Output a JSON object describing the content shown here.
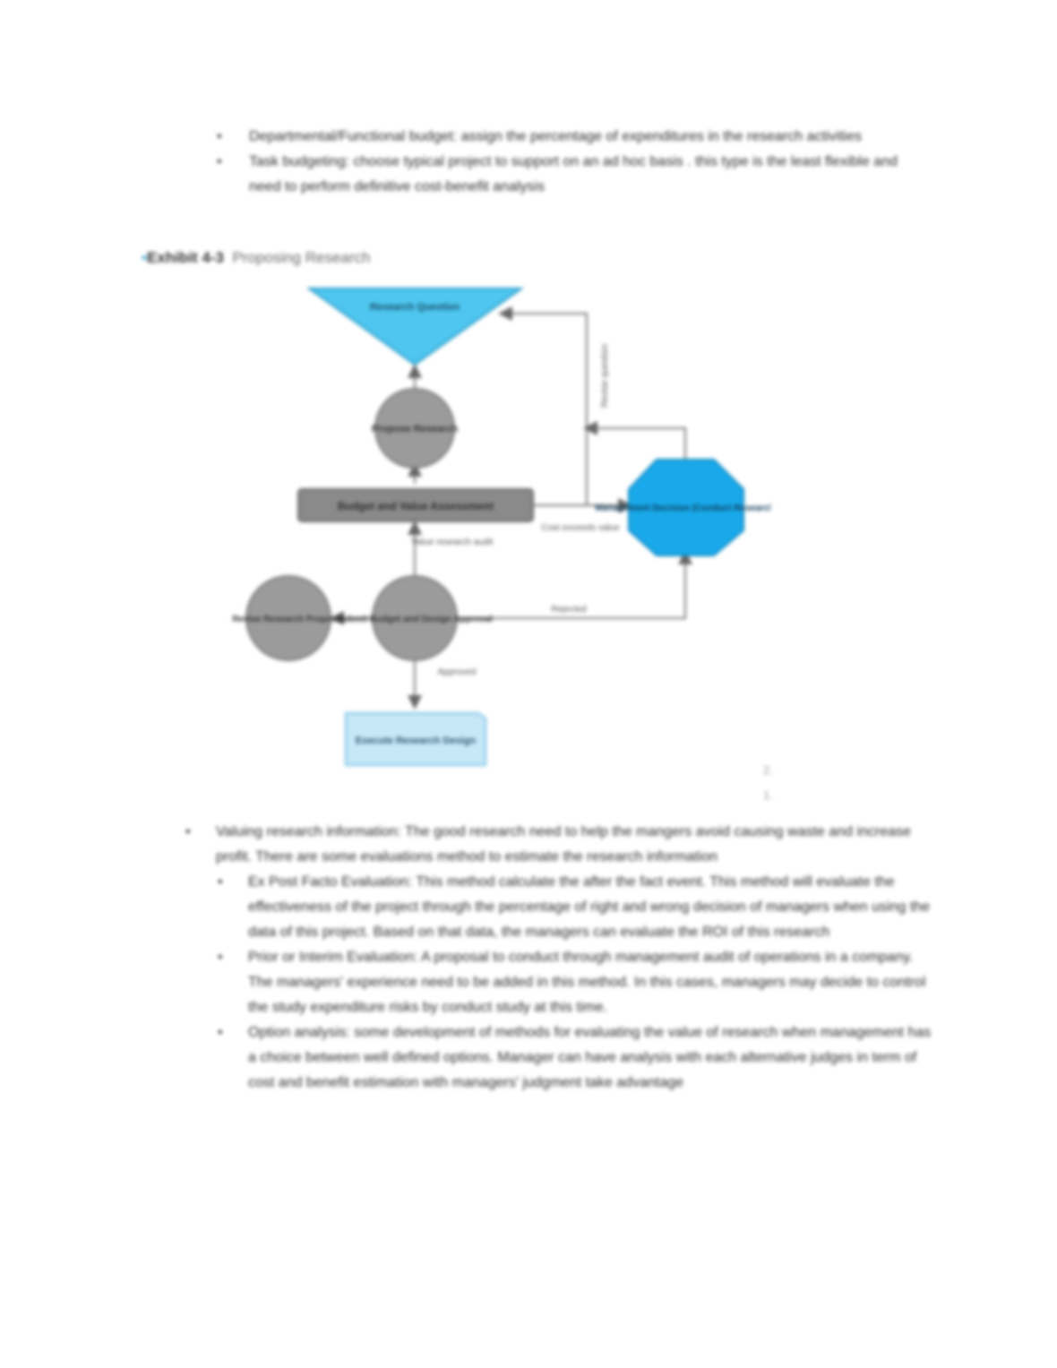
{
  "top_bullets": [
    "Departmental/Functional budget: assign the percentage of expenditures in the research activities",
    "Task budgeting: choose typical project to support on an ad hoc basis . this type is the least flexible and need to perform definitive cost-benefit analysis"
  ],
  "exhibit": {
    "label": "Exhibit 4-3",
    "caption": "Proposing Research"
  },
  "diagram": {
    "research_question": "Research Question",
    "propose_research": "Propose Research",
    "budget_value": "Budget and Value Assessment",
    "value_research_audit": "Value research audit",
    "management_decision": "Management Decision (Conduct Research)",
    "cost_exceeds_value": "Cost exceeds value",
    "revise_question": "Revise question",
    "submit_budget": "Submit Budget and Design Approval",
    "rejected": "Rejected",
    "revise_proposal": "Revise Research Proposal",
    "approved": "Approved",
    "execute_design": "Execute Research Design",
    "colors": {
      "triangle": "#4ec6ef",
      "octagon": "#19a9ea",
      "circle": "#9b9b9b",
      "bar": "#8a8a8a",
      "execute": "#c7e8f7"
    }
  },
  "marks": [
    "2.",
    "1."
  ],
  "valuing": {
    "intro": "Valuing research information: The good research need to help the mangers avoid causing waste and increase profit. There are some evaluations method to estimate the research information",
    "items": [
      "Ex Post Facto Evaluation: This method calculate the after the fact event. This method will evaluate the effectiveness of the project through the percentage of right and wrong decision of managers when using the data of this project. Based on that data, the managers can evaluate the ROI of this research",
      "Prior or Interim Evaluation: A proposal to conduct through management audit of operations in a company. The managers' experience need to be added in this method. In this cases, managers may decide to control the study expenditure risks by conduct study at this time.",
      "Option analysis: some development of methods for evaluating the value of research when management has a choice between well defined options. Manager can have analysis with each alternative judges in term of cost and benefit estimation with managers' judgment take advantage"
    ]
  }
}
